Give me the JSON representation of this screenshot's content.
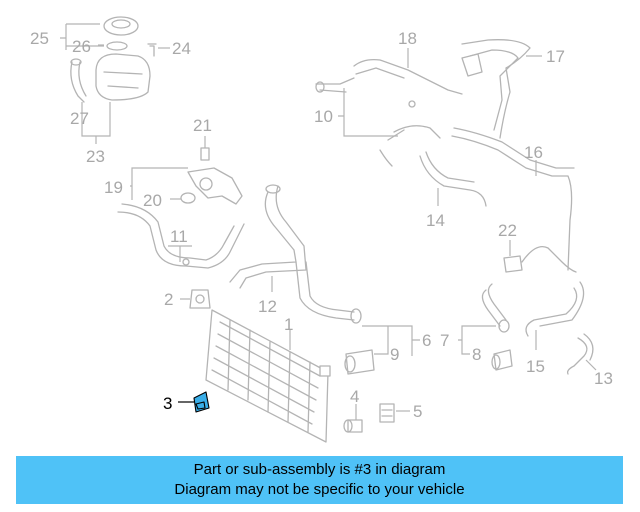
{
  "diagram": {
    "callouts": [
      "1",
      "2",
      "3",
      "4",
      "5",
      "6",
      "7",
      "8",
      "9",
      "10",
      "11",
      "12",
      "13",
      "14",
      "15",
      "16",
      "17",
      "18",
      "19",
      "20",
      "21",
      "22",
      "23",
      "24",
      "25",
      "26",
      "27"
    ],
    "highlighted_part": "3",
    "highlight_color": "#3aaee8",
    "line_color": "#b4b4b4"
  },
  "banner": {
    "line1": "Part or sub-assembly is #3 in diagram",
    "line2": "Diagram may not be specific to your vehicle",
    "background": "#4fc2f7"
  }
}
